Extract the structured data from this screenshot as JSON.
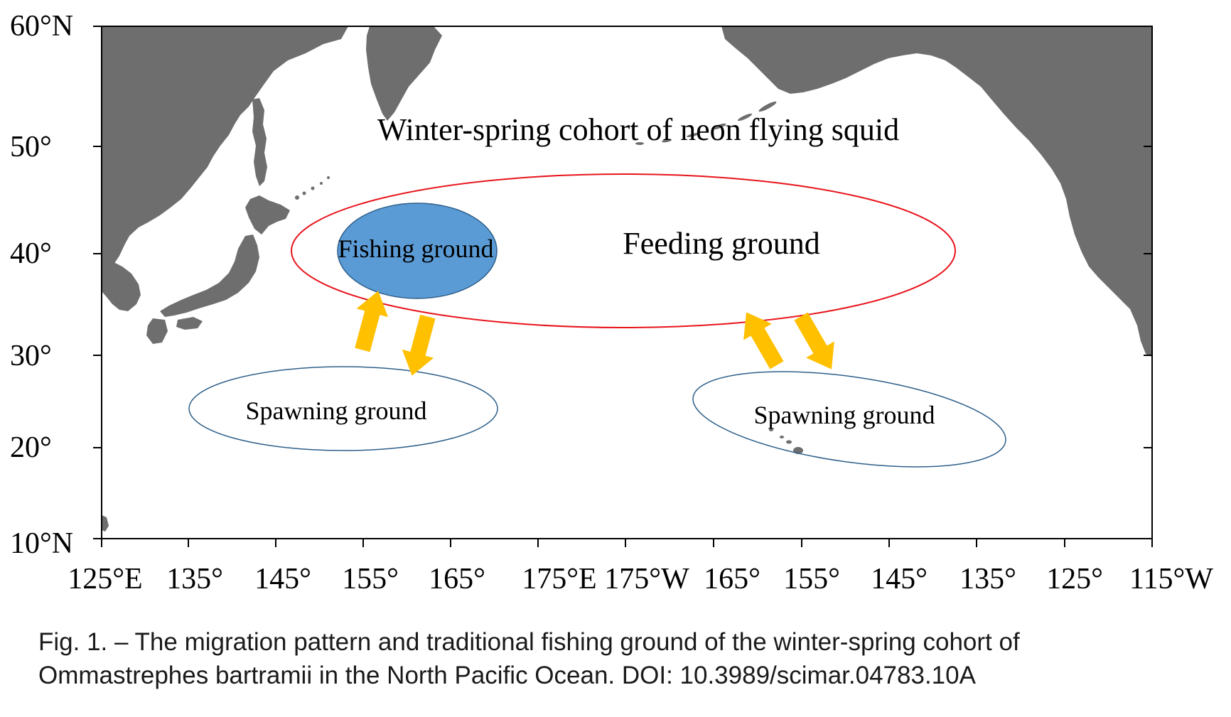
{
  "map": {
    "title": "Winter-spring cohort of neon flying squid",
    "lat_labels": [
      "60°N",
      "50°",
      "40°",
      "30°",
      "20°",
      "10°N"
    ],
    "lon_labels": [
      "125°E",
      "135°",
      "145°",
      "155°",
      "165°",
      "175°E",
      "175°W",
      "165°",
      "155°",
      "145°",
      "135°",
      "125°",
      "115°W"
    ],
    "regions": {
      "feeding": "Feeding ground",
      "fishing": "Fishing ground",
      "spawning_west": "Spawning ground",
      "spawning_east": "Spawning ground"
    },
    "colors": {
      "land": "#6e6e6e",
      "feeding_outline": "#e8141c",
      "fishing_fill": "#5b9bd5",
      "spawning_outline": "#2e5f8a",
      "arrow": "#ffc000"
    }
  },
  "caption": {
    "line1": "Fig. 1. – The migration pattern and traditional fishing ground of the winter-spring cohort of",
    "line2": "Ommastrephes bartramii in the North Pacific Ocean. DOI: 10.3989/scimar.04783.10A"
  }
}
